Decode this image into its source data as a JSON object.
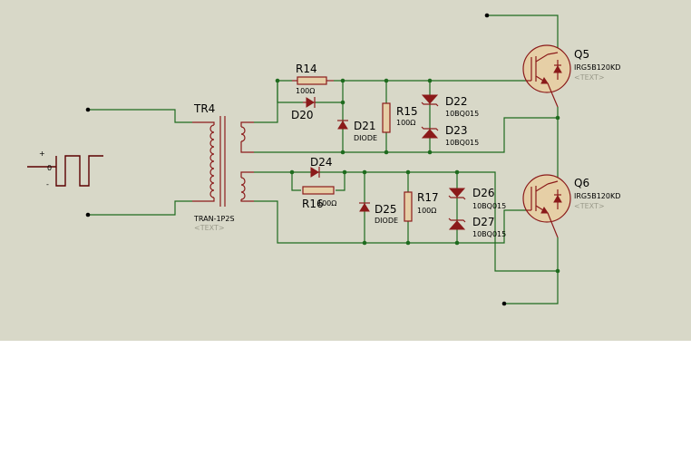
{
  "generator": {
    "plus": "+",
    "zero": "0",
    "minus": "-"
  },
  "transformer": {
    "ref": "TR4",
    "value": "TRAN-1P2S",
    "text": "<TEXT>"
  },
  "upper_driver": {
    "r14": {
      "ref": "R14",
      "value": "100Ω"
    },
    "d20": {
      "ref": "D20"
    },
    "d21": {
      "ref": "D21",
      "value": "DIODE"
    },
    "r15": {
      "ref": "R15",
      "value": "100Ω"
    },
    "d22": {
      "ref": "D22",
      "value": "10BQ015"
    },
    "d23": {
      "ref": "D23",
      "value": "10BQ015"
    }
  },
  "lower_driver": {
    "d24": {
      "ref": "D24"
    },
    "r16": {
      "ref": "R16",
      "value": "100Ω"
    },
    "d25": {
      "ref": "D25",
      "value": "DIODE"
    },
    "r17": {
      "ref": "R17",
      "value": "100Ω"
    },
    "d26": {
      "ref": "D26",
      "value": "10BQ015"
    },
    "d27": {
      "ref": "D27",
      "value": "10BQ015"
    }
  },
  "q5": {
    "ref": "Q5",
    "value": "IRG5B120KD",
    "text": "<TEXT>"
  },
  "q6": {
    "ref": "Q6",
    "value": "IRG5B120KD",
    "text": "<TEXT>"
  },
  "colors": {
    "sheet": "#d8d8c8",
    "wire": "#1e6b1e",
    "component": "#8b1a1a",
    "component_fill": "#e6cfa6"
  }
}
